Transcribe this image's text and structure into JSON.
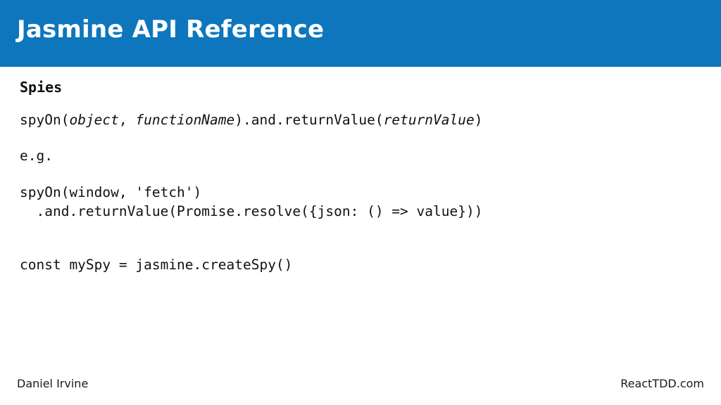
{
  "header": {
    "title": "Jasmine API Reference",
    "background_color": "#0d76bd",
    "text_color": "#ffffff"
  },
  "content": {
    "section_title": "Spies",
    "lines": [
      {
        "id": "spy-on-signature",
        "segments": [
          {
            "text": "spyOn(",
            "style": "normal"
          },
          {
            "text": "object",
            "style": "italic"
          },
          {
            "text": ", ",
            "style": "normal"
          },
          {
            "text": "functionName",
            "style": "italic"
          },
          {
            "text": ").and.returnValue(",
            "style": "normal"
          },
          {
            "text": "returnValue",
            "style": "italic"
          },
          {
            "text": ")",
            "style": "normal"
          }
        ],
        "plain": "spyOn(object, functionName).and.returnValue(returnValue)"
      },
      {
        "id": "eg-label",
        "plain": "e.g."
      },
      {
        "id": "example-line-1",
        "plain": "spyOn(window, 'fetch')"
      },
      {
        "id": "example-line-2",
        "plain": "  .and.returnValue(Promise.resolve({json: () => value}))"
      },
      {
        "id": "create-spy-line",
        "plain": "const mySpy = jasmine.createSpy()"
      }
    ]
  },
  "footer": {
    "author": "Daniel Irvine",
    "site": "ReactTDD.com"
  }
}
